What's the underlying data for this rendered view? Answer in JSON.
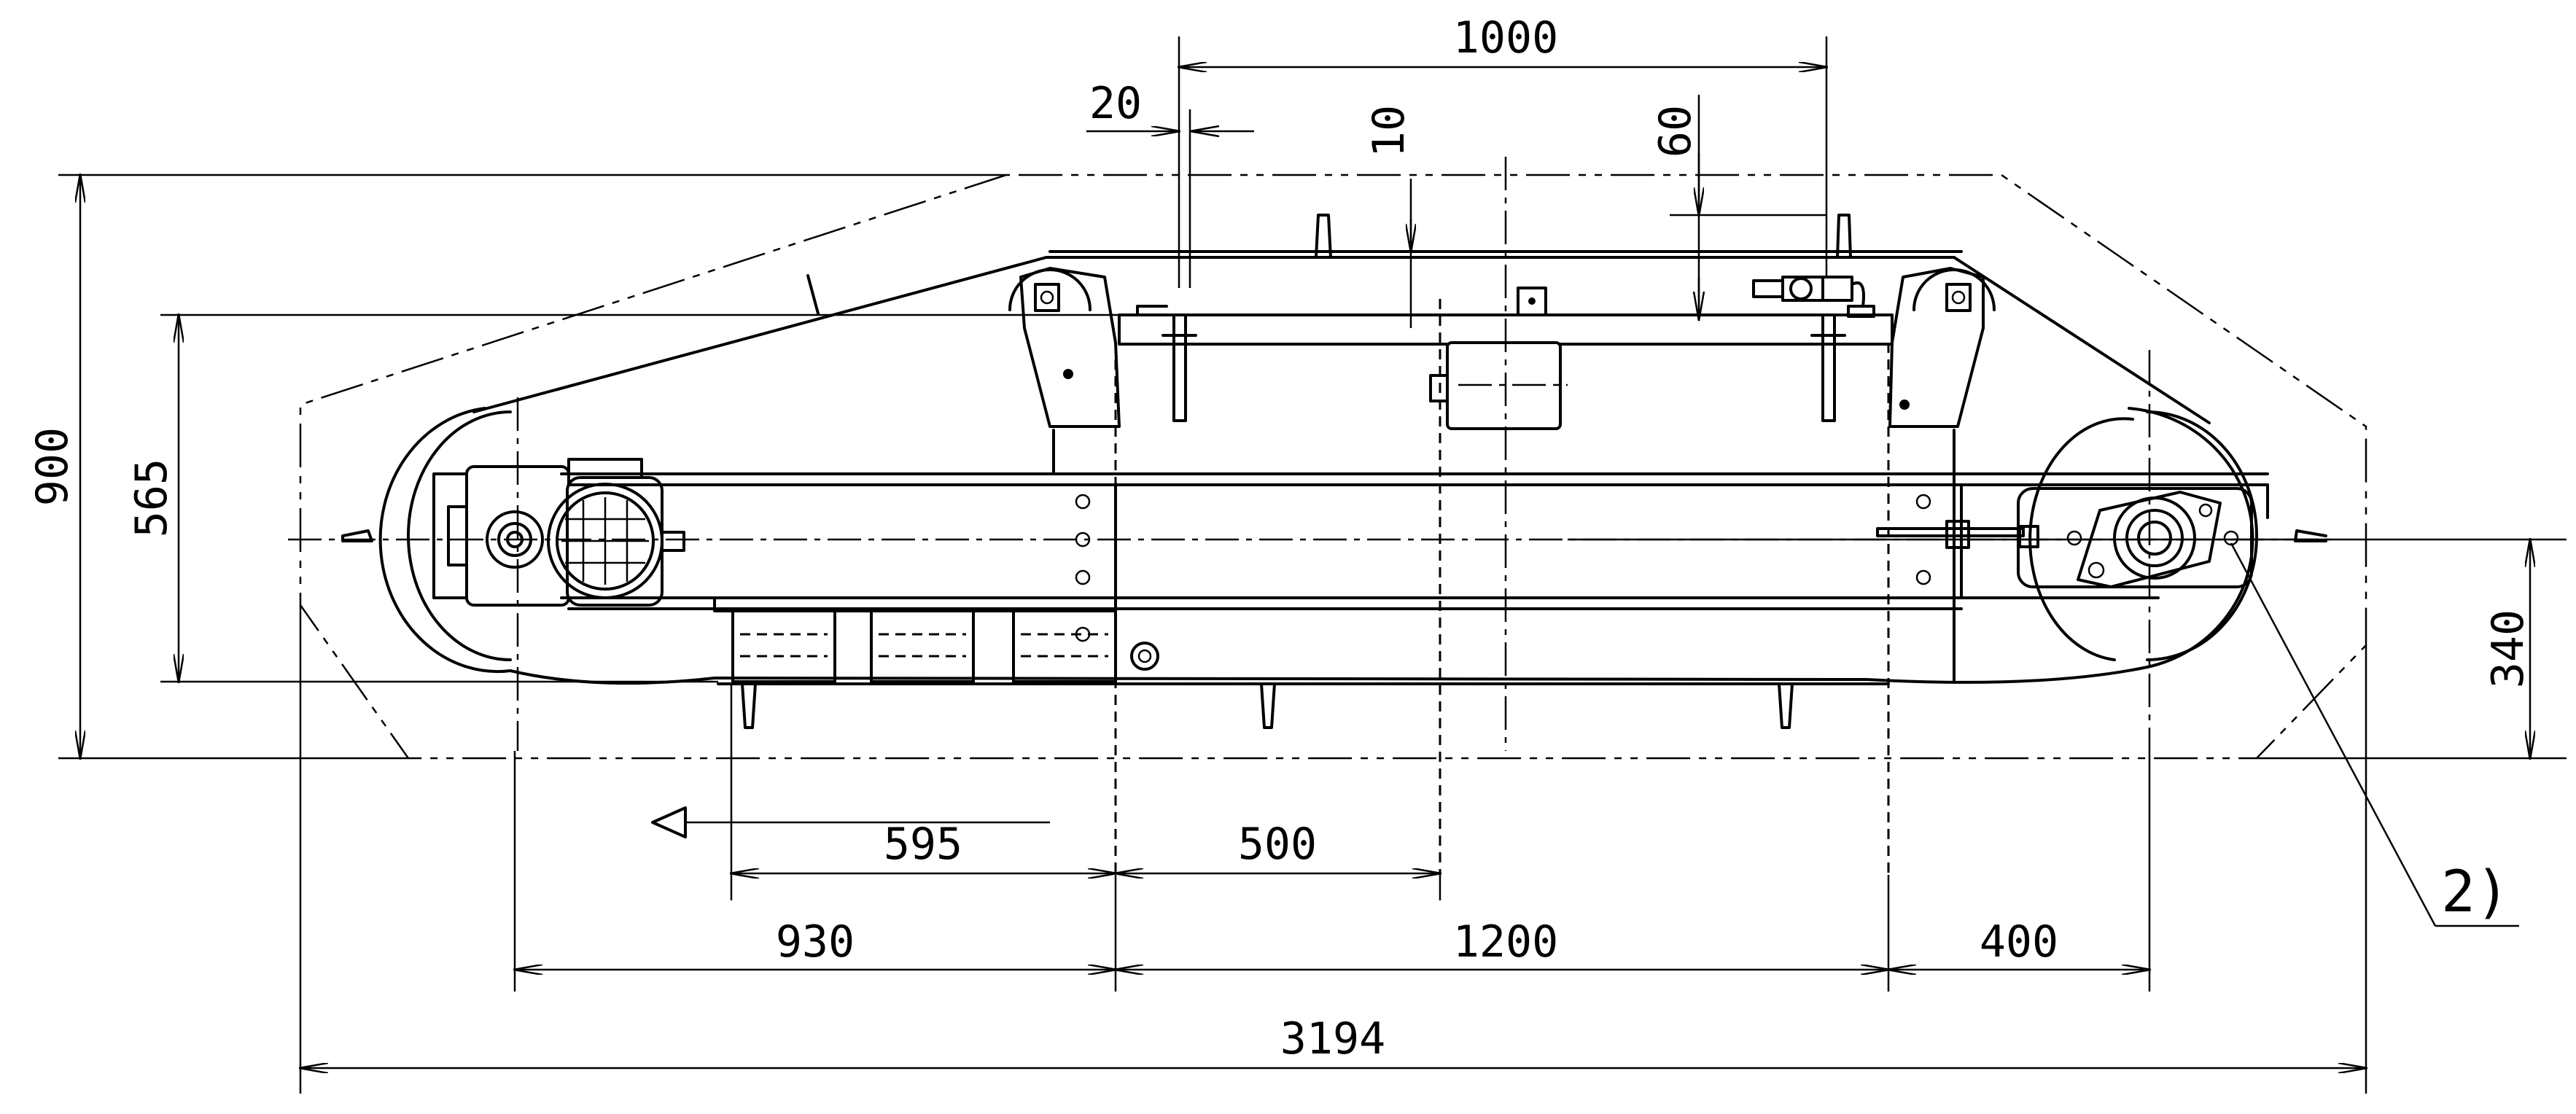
{
  "dimensions": {
    "top_1000": "1000",
    "d20": "20",
    "d10": "10",
    "d60": "60",
    "d900": "900",
    "d565": "565",
    "d340": "340",
    "d595": "595",
    "d500": "500",
    "d930": "930",
    "d1200": "1200",
    "d400": "400",
    "d3194": "3194"
  },
  "callout": {
    "label": "2)"
  },
  "colors": {
    "line": "#000000",
    "background": "#ffffff"
  }
}
